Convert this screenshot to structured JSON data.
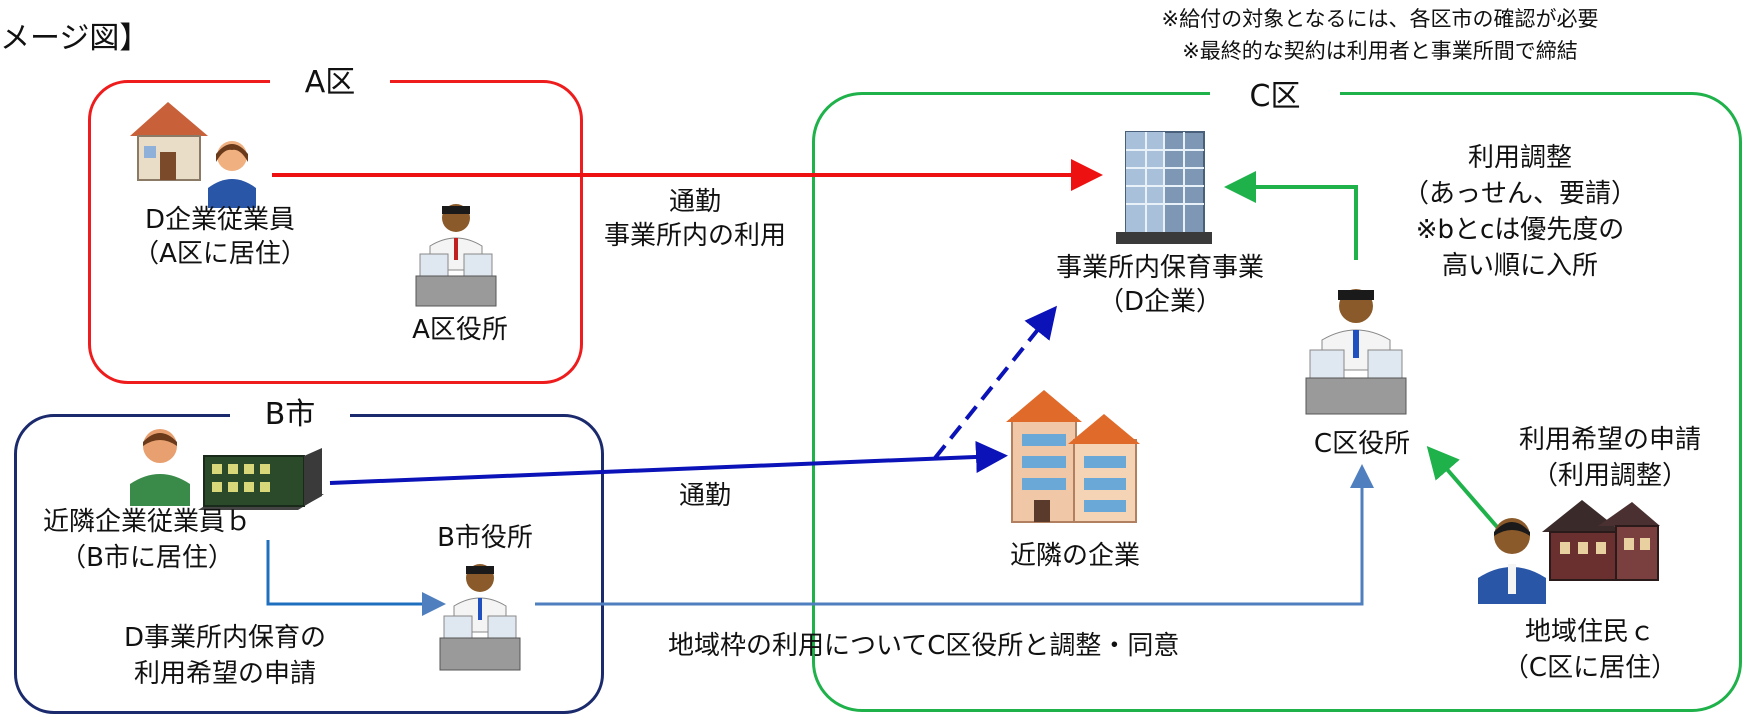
{
  "title": "メージ図】",
  "notes": [
    "※給付の対象となるには、各区市の確認が必要",
    "※最終的な契約は利用者と事業所間で締結"
  ],
  "regions": {
    "a_ku": {
      "label": "A区",
      "color": "#ee1c1c"
    },
    "b_shi": {
      "label": "B市",
      "color": "#1a2a6c"
    },
    "c_ku": {
      "label": "C区",
      "color": "#1fb14a"
    }
  },
  "labels": {
    "d_employee": [
      "D企業従業員",
      "（A区に居住）"
    ],
    "a_office": "A区役所",
    "commute_a": [
      "通勤",
      "事業所内の利用"
    ],
    "daycare": [
      "事業所内保育事業",
      "（D企業）"
    ],
    "adjust": [
      "利用調整",
      "（あっせん、要請）",
      "※bとcは優先度の",
      "高い順に入所"
    ],
    "c_office": "C区役所",
    "nearby_employee": [
      "近隣企業従業員ｂ",
      "（B市に居住）"
    ],
    "b_office": "B市役所",
    "commute_b": "通勤",
    "nearby_company": "近隣の企業",
    "application_b": [
      "D事業所内保育の",
      "利用希望の申請"
    ],
    "regional_quota": "地域枠の利用についてC区役所と調整・同意",
    "application_c": [
      "利用希望の申請",
      "（利用調整）"
    ],
    "resident_c": [
      "地域住民ｃ",
      "（C区に居住）"
    ]
  },
  "colors": {
    "red_arrow": "#ee1111",
    "blue_arrow": "#0a12b8",
    "steel_arrow": "#4f7fbf",
    "green_arrow": "#1fb14a"
  }
}
